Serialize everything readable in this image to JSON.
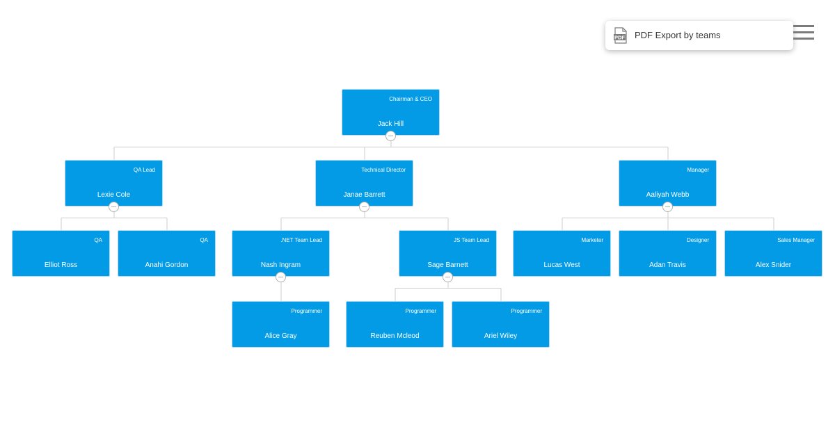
{
  "menu": {
    "export_label": "PDF Export by teams",
    "icon": "pdf-file-icon",
    "icon_text": "PDF"
  },
  "hamburger_icon": "hamburger-menu-icon",
  "colors": {
    "node": "#039be5",
    "link": "#cccccc",
    "collapse_border": "#aeaeae"
  },
  "org": {
    "id": "jack",
    "name": "Jack Hill",
    "title": "Chairman & CEO",
    "children": [
      {
        "id": "lexie",
        "name": "Lexie Cole",
        "title": "QA Lead",
        "children": [
          {
            "id": "elliot",
            "name": "Elliot Ross",
            "title": "QA"
          },
          {
            "id": "anahi",
            "name": "Anahi Gordon",
            "title": "QA"
          }
        ]
      },
      {
        "id": "janae",
        "name": "Janae Barrett",
        "title": "Technical Director",
        "children": [
          {
            "id": "nash",
            "name": "Nash Ingram",
            "title": ".NET Team Lead",
            "children": [
              {
                "id": "alice",
                "name": "Alice Gray",
                "title": "Programmer"
              }
            ]
          },
          {
            "id": "sage",
            "name": "Sage Barnett",
            "title": "JS Team Lead",
            "children": [
              {
                "id": "reuben",
                "name": "Reuben Mcleod",
                "title": "Programmer"
              },
              {
                "id": "ariel",
                "name": "Ariel Wiley",
                "title": "Programmer"
              }
            ]
          }
        ]
      },
      {
        "id": "aaliyah",
        "name": "Aaliyah Webb",
        "title": "Manager",
        "children": [
          {
            "id": "lucas",
            "name": "Lucas West",
            "title": "Marketer"
          },
          {
            "id": "adan",
            "name": "Adan Travis",
            "title": "Designer"
          },
          {
            "id": "alex",
            "name": "Alex Snider",
            "title": "Sales Manager"
          }
        ]
      }
    ]
  }
}
